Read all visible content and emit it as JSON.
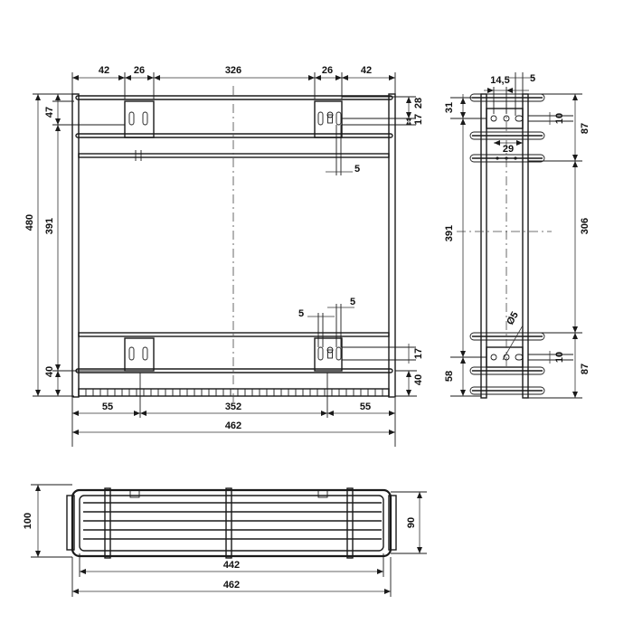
{
  "front_view": {
    "top_dims": [
      "42",
      "26",
      "326",
      "26",
      "42"
    ],
    "left_dims": {
      "overall": "480",
      "inner": "391",
      "top": "47",
      "bottom": "40"
    },
    "right_dims": {
      "top_a": "28",
      "top_b": "17",
      "slot_gap": "5",
      "lower_gap_a": "5",
      "lower_gap_b": "5",
      "lower_right": "17",
      "bottom_right": "40"
    },
    "bottom_dims": {
      "left": "55",
      "middle": "352",
      "right": "55",
      "overall": "462"
    }
  },
  "side_view": {
    "top_dims": {
      "a": "14,5",
      "b": "5"
    },
    "left_dims": {
      "top": "31",
      "inner": "391",
      "bottom": "58"
    },
    "inner_dims": {
      "hole_spacing": "29",
      "hole_diameter": "Ø5"
    },
    "right_dims": {
      "top": "87",
      "hole_top": "10",
      "middle": "306",
      "hole_bottom": "10",
      "bottom": "87"
    }
  },
  "top_view": {
    "height_outer": "100",
    "height_inner": "90",
    "width_inner": "442",
    "width_outer": "462"
  }
}
